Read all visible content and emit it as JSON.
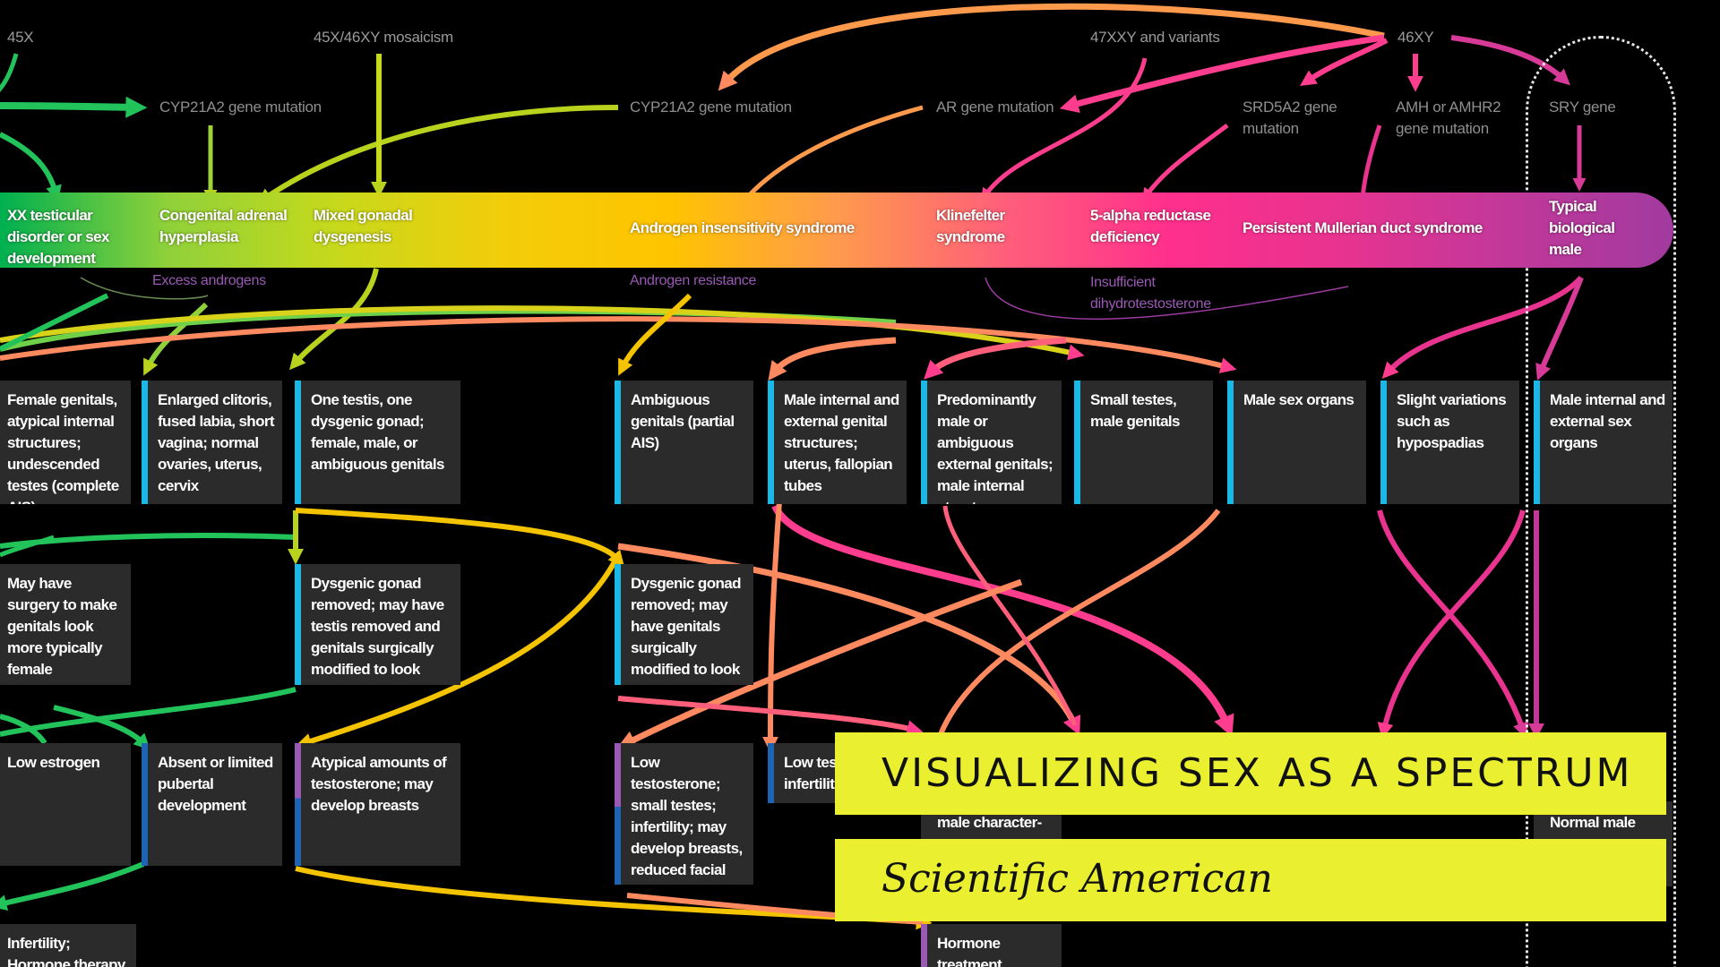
{
  "diagram": {
    "karyotypes": [
      "45X",
      "45X/46XY mosaicism",
      "47XXY and variants",
      "46XY"
    ],
    "genes": [
      "CYP21A2 gene mutation",
      "CYP21A2 gene mutation",
      "AR gene mutation",
      "SRD5A2 gene mutation",
      "AMH or AMHR2 gene mutation",
      "SRY gene"
    ],
    "conditions": [
      "XX testicular disorder or sex development",
      "Congenital adrenal hyperplasia",
      "Mixed gonadal dysgenesis",
      "Androgen insensitivity syndrome",
      "Klinefelter syndrome",
      "5-alpha reductase deficiency",
      "Persistent Mullerian duct syndrome",
      "Typical biological male"
    ],
    "mechanisms": [
      "Excess androgens",
      "Androgen resistance",
      "Insufficient dihydrotestosterone"
    ],
    "anatomy": [
      "Female genitals, atypical internal structures; undescended testes (complete AIS)",
      "Enlarged clitoris, fused labia, short vagina; normal ovaries, uterus, cervix",
      "One testis, one dysgenic gonad; female, male, or ambiguous genitals",
      "Ambiguous genitals (partial AIS)",
      "Male internal and external genital structures; uterus, fallopian tubes",
      "Predominantly male or ambiguous external genitals; male internal structures",
      "Small testes, male genitals",
      "Male sex organs",
      "Slight variations such as hypospadias",
      "Male internal and external sex organs"
    ],
    "treatment": [
      "May have surgery to make genitals look more typically female",
      "Dysgenic gonad removed; may have testis removed and genitals surgically modified to look female",
      "Dysgenic gonad removed; may have genitals surgically modified to look male"
    ],
    "puberty": [
      "Low estrogen",
      "Absent or limited pubertal development",
      "Atypical amounts of testosterone; may develop breasts",
      "Low testosterone; small testes; infertility; may develop breasts, reduced facial hair, weak muscles",
      "Low test infertilit",
      "male character-",
      "Normal male"
    ],
    "adult": [
      "Infertility; Hormone therapy",
      "Hormone treatment"
    ]
  },
  "colors": {
    "gradient": [
      "#00b050",
      "#8fd13a",
      "#c6d91c",
      "#f2cd0a",
      "#ffc400",
      "#ff9a4d",
      "#ff5f7a",
      "#ff2f8d",
      "#e8338f",
      "#c2389a",
      "#a13a9f"
    ],
    "box_bg": "#2b2b2b",
    "bar_cyan": "#19b8e6",
    "bar_purple": "#9b59b6",
    "bar_blue": "#1e64b4",
    "banner": "#eaf030"
  },
  "title": "VISUALIZING SEX AS A SPECTRUM",
  "subtitle": "Scientific American"
}
